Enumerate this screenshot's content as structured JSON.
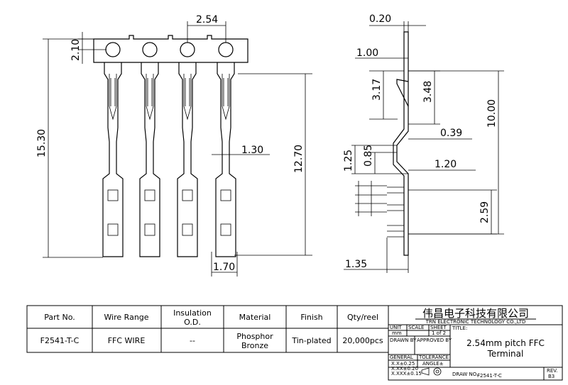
{
  "front_dims": {
    "pitch": "2.54",
    "hole_offset": "2.10",
    "overall_length": "15.30",
    "body_length": "12.70",
    "neck_width": "1.30",
    "foot_width": "1.70"
  },
  "side_dims": {
    "thickness": "0.20",
    "d_1_00": "1.00",
    "d_3_17": "3.17",
    "d_3_48": "3.48",
    "d_10_00": "10.00",
    "d_0_39": "0.39",
    "d_1_25": "1.25",
    "d_0_85": "0.85",
    "d_1_20": "1.20",
    "d_2_59": "2.59",
    "d_1_35": "1.35"
  },
  "spec_table": {
    "headers": [
      "Part No.",
      "Wire Range",
      "Insulation O.D.",
      "Material",
      "Finish",
      "Qty/reel"
    ],
    "row": [
      "F2541-T-C",
      "FFC WIRE",
      "--",
      "Phosphor Bronze",
      "Tin-plated",
      "20,000pcs"
    ]
  },
  "title_block": {
    "company_cn": "伟昌电子科技有限公司",
    "company_en": "TRN ELECTRONIC TECHNOLOGY CO.,LTD",
    "unit_label": "UNIT",
    "unit_value": "mm",
    "scale_label": "SCALE",
    "sheet_label": "SHEET",
    "sheet_value": "1 of 2",
    "title_label": "TITLE:",
    "title_value": "2.54mm pitch FFC Terminal",
    "drawn_by": "DRAWN BY",
    "approved_by": "APPROVED BY",
    "general_label": "GENERAL",
    "tolerance_label": "TOLERANCE",
    "angle_label": "ANGLE±",
    "tol_1": "X.X±0.25",
    "tol_2": "X.XX±0.20",
    "tol_3": "X.XXX±0.15",
    "draw_no_label": "DRAW NO.:",
    "draw_no_value": "F2541-T-C",
    "rev_label": "REV.",
    "rev_value": "B3"
  }
}
